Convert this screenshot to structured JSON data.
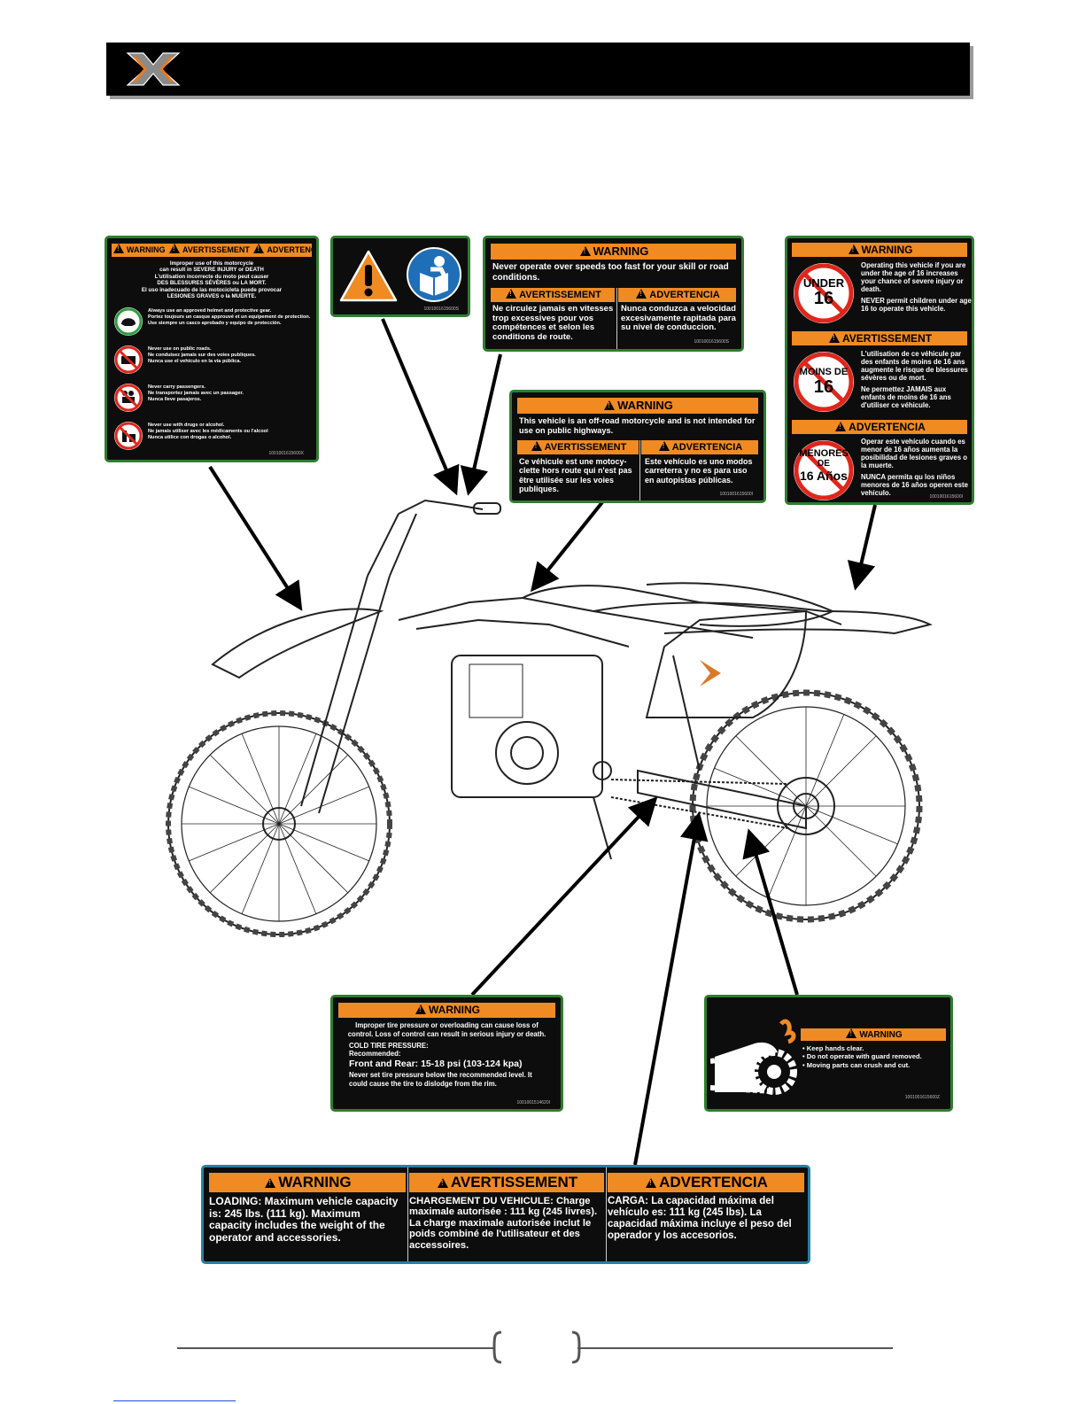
{
  "header": {
    "logo_icon": "x-brand-logo-icon"
  },
  "decal_general": {
    "heading": [
      "WARNING",
      "AVERTISSEMENT",
      "ADVERTENCIA"
    ],
    "intro": [
      "Improper use of this motorcycle",
      "can result in SEVERE INJURY or DEATH",
      "L'utilisation incorrecte du moto peut causer",
      "DES BLESSURES SÉVÈRES ou LA MORT.",
      "El uso inadecuado de las motocicleta puede provocar",
      "LESIONES GRAVES o la MUERTE."
    ],
    "items": [
      {
        "icon": "helmet-icon",
        "lines": [
          "Always use an approved helmet and protective gear.",
          "Portez toujours un casque approuvé et un equipement de protection.",
          "Use siempre un casco aprobado y equipo de protección."
        ]
      },
      {
        "icon": "no-public-roads-icon",
        "lines": [
          "Never use on public roads.",
          "Ne conduisez jamais sur des voies publiques.",
          "Nunca use el vehículo en la vía pública."
        ]
      },
      {
        "icon": "no-passengers-icon",
        "lines": [
          "Never carry passengers.",
          "Ne transportez jamais avec un passager.",
          "Nunca lleve pasajeros."
        ]
      },
      {
        "icon": "no-drugs-alcohol-icon",
        "lines": [
          "Never use with drugs or alcohol.",
          "Ne jamais utiliser avec les médicaments ou l'alcool",
          "Nunca utilice con drogas o alcohol."
        ]
      }
    ],
    "part_no": "1001001615600X"
  },
  "decal_symbols": {
    "icons": [
      "warning-triangle-icon",
      "read-manual-icon"
    ],
    "part_no": "1001001615600S"
  },
  "decal_speed": {
    "heading": "WARNING",
    "en": "Never operate over speeds too fast for your skill or road conditions.",
    "fr_heading": "AVERTISSEMENT",
    "fr": "Ne circulez jamais en vitesses trop excessives pour vos compétences et selon les conditions de route.",
    "es_heading": "ADVERTENCIA",
    "es": "Nunca conduzca a velocidad excesivamente rapitada para su nivel de conduccion.",
    "part_no": "1001001615600S"
  },
  "decal_offroad": {
    "heading": "WARNING",
    "en": "This vehicle is an off-road motorcycle and is not intended for use on public highways.",
    "fr_heading": "AVERTISSEMENT",
    "fr": "Ce véhicule est une motocy-clette hors route qui n'est pas être utilisée sur les voies publiques.",
    "es_heading": "ADVERTENCIA",
    "es": "Este vehículo es uno modos carreterra y no es para uso en autopistas públicas.",
    "part_no": "1001001615600I"
  },
  "decal_age": {
    "sections": [
      {
        "heading": "WARNING",
        "sign_lines": [
          "UNDER",
          "16"
        ],
        "text": [
          "Operating this vehicle if you are under the age of 16 increases your chance of severe injury or death.",
          "NEVER permit children under age 16 to operate this vehicle."
        ]
      },
      {
        "heading": "AVERTISSEMENT",
        "sign_lines": [
          "MOINS DE",
          "16"
        ],
        "text": [
          "L'utilisation de ce véhicule par des enfants de moins de 16 ans augmente le risque de blessures sévères ou de mort.",
          "Ne permettez JAMAIS aux enfants de moins de 16 ans d'utiliser ce véhicule."
        ]
      },
      {
        "heading": "ADVERTENCIA",
        "sign_lines": [
          "MENORES",
          "DE",
          "16 Años"
        ],
        "text": [
          "Operar este vehículo cuando es menor de 16 años aumenta la posibilidad de lesiones graves o la muerte.",
          "NUNCA permita qu los niños menores de 16 años operen este vehículo."
        ]
      }
    ],
    "part_no": "1001001615600I"
  },
  "decal_tire": {
    "heading": "WARNING",
    "line1": "Improper tire pressure or overloading can cause loss of control. Loss of control can result in serious injury or death.",
    "cold_label": "COLD TIRE PRESSURE:",
    "recommended": "Recommended:",
    "pressure": "Front and Rear: 15-18 psi (103-124 kpa)",
    "line2": "Never set tire pressure below the recommended level. It could cause the tire to dislodge from the rim.",
    "part_no": "1001001514620I"
  },
  "decal_chain": {
    "heading": "WARNING",
    "bullets": [
      "Keep hands clear.",
      "Do not operate with guard removed.",
      "Moving parts can crush and cut."
    ],
    "part_no": "1001001615600Z"
  },
  "decal_load": {
    "columns": [
      {
        "heading": "WARNING",
        "text": "LOADING: Maximum vehicle capacity is: 245 lbs. (111 kg). Maximum capacity includes the weight of the operator and accessories."
      },
      {
        "heading": "AVERTISSEMENT",
        "text": "CHARGEMENT DU VEHICULE: Charge maximale autorisée : 111 kg (245 livres). La charge maximale autorisée inclut le poids combiné de l'utilisateur et des accessoires."
      },
      {
        "heading": "ADVERTENCIA",
        "text": "CARGA: La capacidad máxima del vehículo es: 111 kg (245 lbs). La capacidad máxima incluye el peso del operador y los accesorios."
      }
    ]
  },
  "illustration": {
    "icon": "dirt-bike-illustration-icon"
  }
}
